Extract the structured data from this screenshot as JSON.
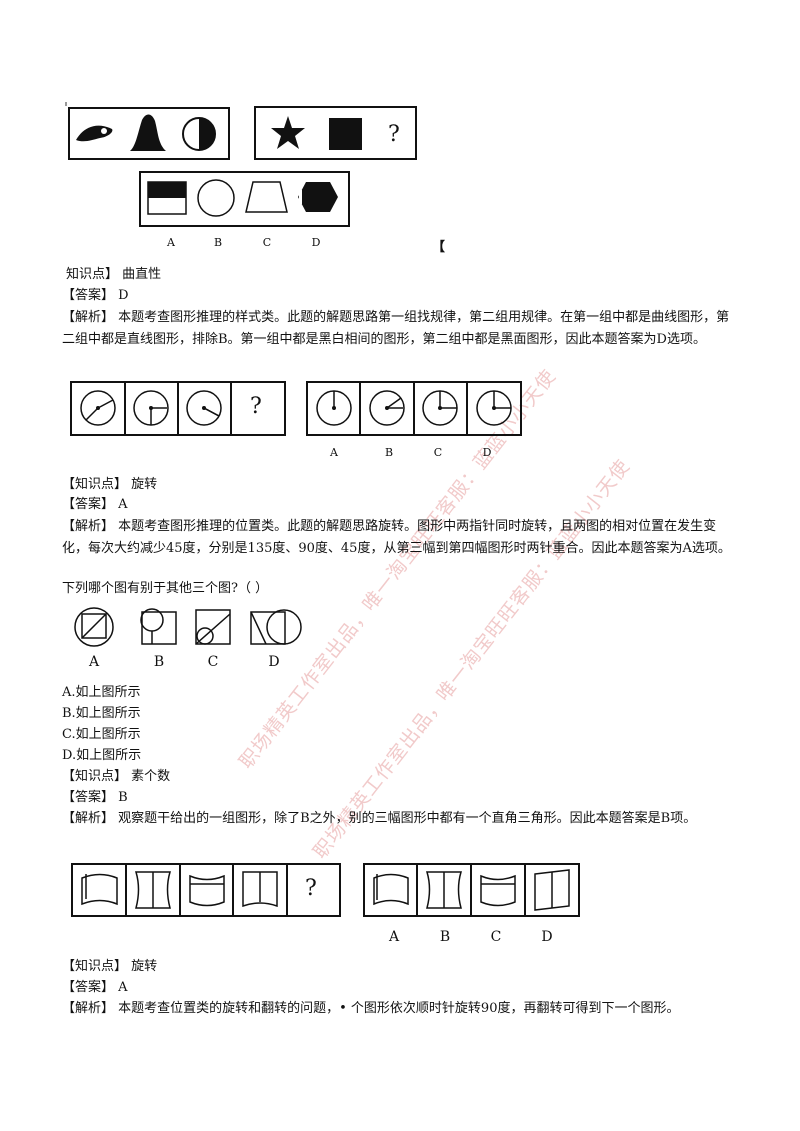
{
  "watermark": {
    "line1": "职场精英工作室出品，唯一淘宝旺旺客服：蓝蓝小小天使",
    "line2": "职场精英工作室出品，唯一淘宝旺旺客服：蓝蓝小小天使",
    "color": "#e7a0a0"
  },
  "stray_mark": "【",
  "q1": {
    "option_labels": [
      "A",
      "B",
      "C",
      "D"
    ],
    "question_mark": "?",
    "knowledge": "知识点】  曲直性",
    "answer": "【答案】  D",
    "analysis": "【解析】  本题考查图形推理的样式类。此题的解题思路第一组找规律，第二组用规律。在第一组中都是曲线图形，第二组中都是直线图形，排除B。第一组中都是黑白相间的图形，第二组中都是黑面图形，因此本题答案为D选项。"
  },
  "q2": {
    "option_labels": [
      "A",
      "B",
      "C",
      "D"
    ],
    "question_mark": "?",
    "knowledge": "【知识点】  旋转",
    "answer": "【答案】  A",
    "analysis": "【解析】  本题考查图形推理的位置类。此题的解题思路旋转。图形中两指针同时旋转，且两图的相对位置在发生变化，每次大约减少45度，分别是135度、90度、45度，从第三幅到第四幅图形时两针重合。因此本题答案为A选项。"
  },
  "q3": {
    "question": "下列哪个图有别于其他三个图?（  ）",
    "option_labels": [
      "A",
      "B",
      "C",
      "D"
    ],
    "options": [
      "A.如上图所示",
      "B.如上图所示",
      "C.如上图所示",
      "D.如上图所示"
    ],
    "knowledge": "【知识点】  素个数",
    "answer": "【答案】  B",
    "analysis": "【解析】  观察题干给出的一组图形，除了B之外，别的三幅图形中都有一个直角三角形。因此本题答案是B项。"
  },
  "q4": {
    "option_labels": [
      "A",
      "B",
      "C",
      "D"
    ],
    "question_mark": "?",
    "knowledge": "【知识点】  旋转",
    "answer": "【答案】  A",
    "analysis": "【解析】  本题考查位置类的旋转和翻转的问题，• 个图形依次顺时针旋转90度，再翻转可得到下一个图形。"
  }
}
